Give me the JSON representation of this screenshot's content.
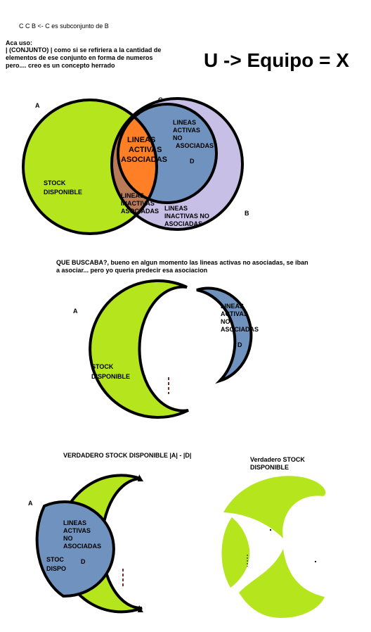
{
  "header": {
    "subset_line": "C C B    <- C es subconjunto de B",
    "note_lines": [
      "Aca uso:",
      "| (CONJUNTO) | como si se refiriera a la cantidad de",
      "elementos de ese conjunto en forma de numeros",
      "pero.... creo es un concepto herrado"
    ],
    "equation": "U -> Equipo = X"
  },
  "diagram1": {
    "label_a": "A",
    "label_b": "B",
    "label_c": "C",
    "label_d": "D",
    "stock_lines": [
      "STOCK",
      "DISPONIBLE"
    ],
    "activas_asociadas_lines": [
      "LINEAS",
      "ACTIVAS",
      "ASOCIADAS"
    ],
    "activas_no_asociadas_lines": [
      "LINEAS",
      "ACTIVAS",
      "NO",
      "ASOCIADAS"
    ],
    "inactivas_asociadas_lines": [
      "LINEAS",
      "INACTIVAS",
      "ASOCIADAS"
    ],
    "inactivas_no_asociadas_lines": [
      "LINEAS",
      "INACTIVAS NO",
      "ASOCIADAS"
    ],
    "colors": {
      "green": "#b5e61d",
      "brown": "#b97a57",
      "lavender": "#c8bfe7",
      "orange": "#ff7f27",
      "blue": "#7092be"
    }
  },
  "diagram2": {
    "caption_lines": [
      "QUE BUSCABA?, bueno en algun momento las lineas activas no asociadas, se iban",
      "a asociar... pero yo queria predecir esa asociacion"
    ],
    "label_a": "A",
    "label_d": "D",
    "stock_lines": [
      "STOCK",
      "DISPONIBLE"
    ],
    "activas_no_asociadas_lines": [
      "LINEAS",
      "ACTIVAS",
      "NO",
      "ASOCIADAS"
    ]
  },
  "diagram3": {
    "caption": "VERDADERO STOCK DISPONIBLE |A| - |D|",
    "label_a": "A",
    "label_d": "D",
    "stock_lines": [
      "STOC",
      "DISPO"
    ],
    "activas_no_asociadas_lines": [
      "LINEAS",
      "ACTIVAS",
      "NO",
      "ASOCIADAS"
    ]
  },
  "diagram4": {
    "caption_lines": [
      "Verdadero STOCK",
      "DISPONIBLE"
    ]
  }
}
